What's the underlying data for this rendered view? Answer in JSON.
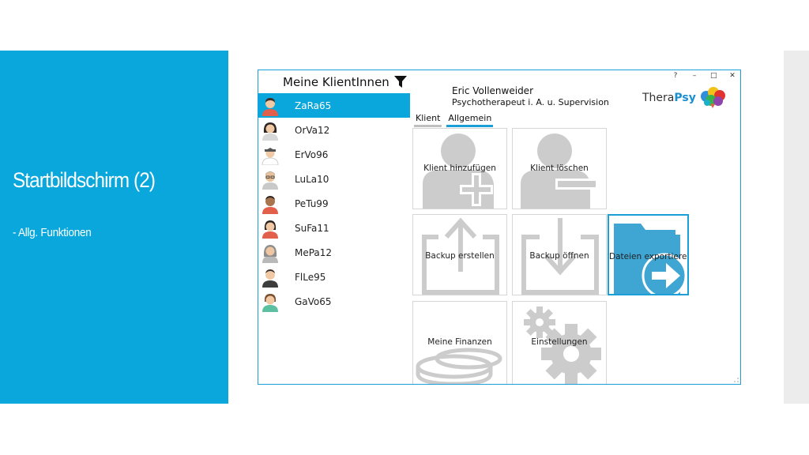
{
  "slide": {
    "title": "Startbildschirm (2)",
    "bullet": "- Allg. Funktionen"
  },
  "window": {
    "controls": [
      "?",
      "–",
      "□",
      "✕"
    ]
  },
  "sidebar": {
    "title": "Meine KlientInnen",
    "clients": [
      {
        "name": "ZaRa65",
        "selected": true
      },
      {
        "name": "OrVa12"
      },
      {
        "name": "ErVo96"
      },
      {
        "name": "LuLa10"
      },
      {
        "name": "PeTu99"
      },
      {
        "name": "SuFa11"
      },
      {
        "name": "MePa12"
      },
      {
        "name": "FlLe95"
      },
      {
        "name": "GaVo65"
      }
    ]
  },
  "header": {
    "user_name": "Eric Vollenweider",
    "user_role": "Psychotherapeut i. A. u. Supervision",
    "brand_plain": "Thera",
    "brand_bold": "Psy"
  },
  "tabs": [
    {
      "label": "Klient",
      "active": false
    },
    {
      "label": "Allgemein",
      "active": true
    }
  ],
  "tiles": [
    {
      "label": "Klient hinzufügen",
      "icon": "add-person-icon"
    },
    {
      "label": "Klient löschen",
      "icon": "remove-person-icon"
    },
    {
      "label": "Backup erstellen",
      "icon": "upload-icon"
    },
    {
      "label": "Backup öffnen",
      "icon": "download-icon"
    },
    {
      "label": "Dateien exportieren",
      "icon": "folder-export-icon"
    },
    {
      "label": "Meine Finanzen",
      "icon": "coins-icon"
    },
    {
      "label": "Einstellungen",
      "icon": "gears-icon"
    }
  ],
  "colors": {
    "accent": "#09a7db",
    "export_folder": "#3fa6d4",
    "tile_icon_gray": "#cccccc"
  }
}
